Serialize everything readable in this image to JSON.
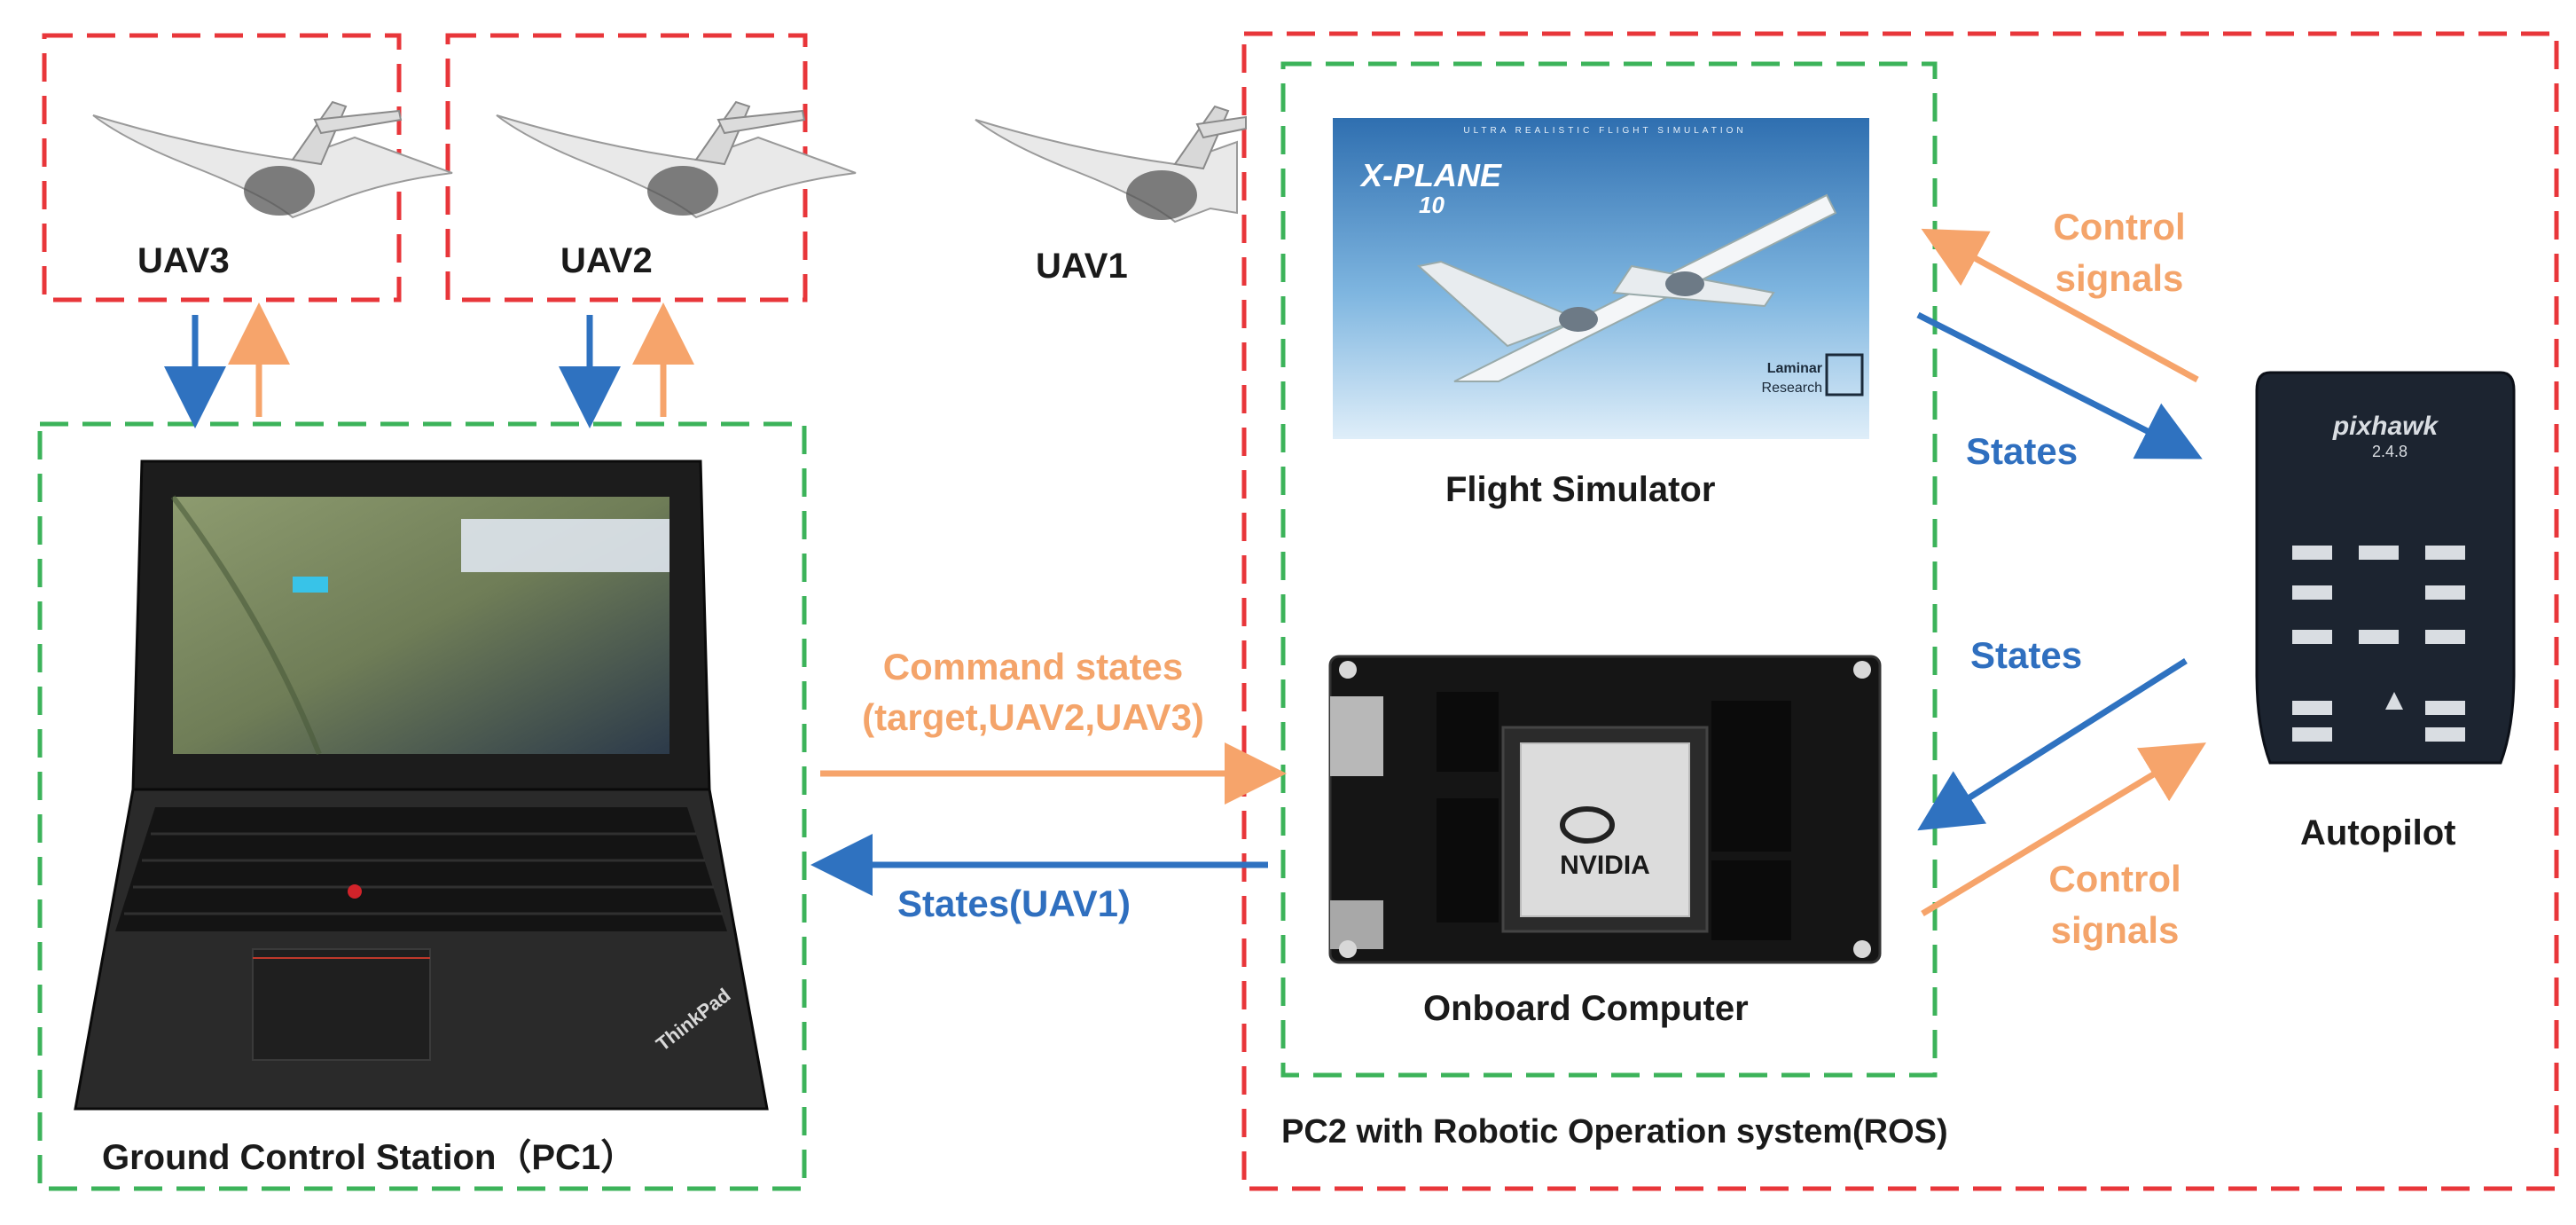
{
  "labels": {
    "uav3": "UAV3",
    "uav2": "UAV2",
    "uav1": "UAV1",
    "gcs": "Ground Control Station（PC1）",
    "pc2": "PC2 with Robotic Operation system(ROS)",
    "flight_sim": "Flight Simulator",
    "onboard": "Onboard Computer",
    "autopilot": "Autopilot",
    "command_states_1": "Command states",
    "command_states_2": "(target,UAV2,UAV3)",
    "states_uav1": "States(UAV1)",
    "states_top": "States",
    "states_bottom": "States",
    "control_top_1": "Control",
    "control_top_2": "signals",
    "control_bottom_1": "Control",
    "control_bottom_2": "signals"
  },
  "screen_text": {
    "xplane_tagline": "ULTRA REALISTIC FLIGHT SIMULATION",
    "xplane_logo": "X-PLANE",
    "xplane_version": "10",
    "laminar_1": "Laminar",
    "laminar_2": "Research",
    "nvidia": "NVIDIA",
    "pixhawk": "pixhawk",
    "pixhawk_version": "2.4.8",
    "thinkpad": "ThinkPad"
  },
  "colors": {
    "red_dash": "#e8363a",
    "green_dash": "#3cb35a",
    "orange_arrow": "#f6a46b",
    "blue_arrow": "#2f72c0",
    "label_orange": "#f4a46a",
    "label_blue": "#2f6fbf"
  }
}
